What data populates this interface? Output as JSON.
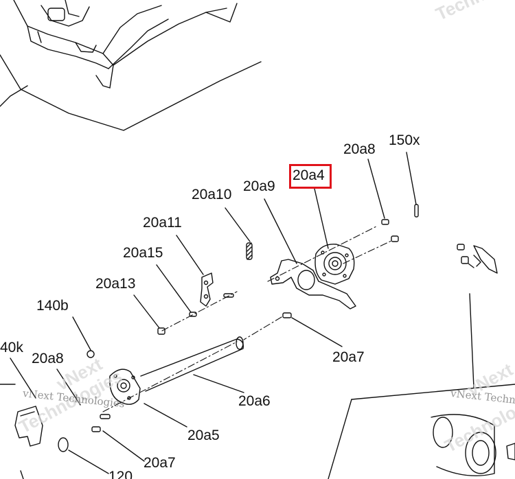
{
  "callouts": [
    {
      "key": "20a4",
      "text": "20a4",
      "highlighted": true
    },
    {
      "key": "20a8_top",
      "text": "20a8",
      "highlighted": false
    },
    {
      "key": "150x",
      "text": "150x",
      "highlighted": false
    },
    {
      "key": "20a9",
      "text": "20a9",
      "highlighted": false
    },
    {
      "key": "20a10",
      "text": "20a10",
      "highlighted": false
    },
    {
      "key": "20a11",
      "text": "20a11",
      "highlighted": false
    },
    {
      "key": "20a15",
      "text": "20a15",
      "highlighted": false
    },
    {
      "key": "20a13",
      "text": "20a13",
      "highlighted": false
    },
    {
      "key": "140b",
      "text": "140b",
      "highlighted": false
    },
    {
      "key": "140k",
      "text": "40k",
      "highlighted": false
    },
    {
      "key": "20a8_low",
      "text": "20a8",
      "highlighted": false
    },
    {
      "key": "20a7_right",
      "text": "20a7",
      "highlighted": false
    },
    {
      "key": "20a6",
      "text": "20a6",
      "highlighted": false
    },
    {
      "key": "20a5",
      "text": "20a5",
      "highlighted": false
    },
    {
      "key": "20a7_low",
      "text": "20a7",
      "highlighted": false
    },
    {
      "key": "120",
      "text": "120",
      "highlighted": false
    }
  ],
  "watermarks": {
    "vnext_left": "vNext Technologies",
    "vnext_right": "vNext Technologies",
    "big_left_1": "vNext",
    "big_left_2": "Technologies",
    "big_right_1": "vNext",
    "big_right_2": "Technologies",
    "big_top": "Techno"
  },
  "colors": {
    "highlight": "#e0131b",
    "line": "#111111"
  }
}
